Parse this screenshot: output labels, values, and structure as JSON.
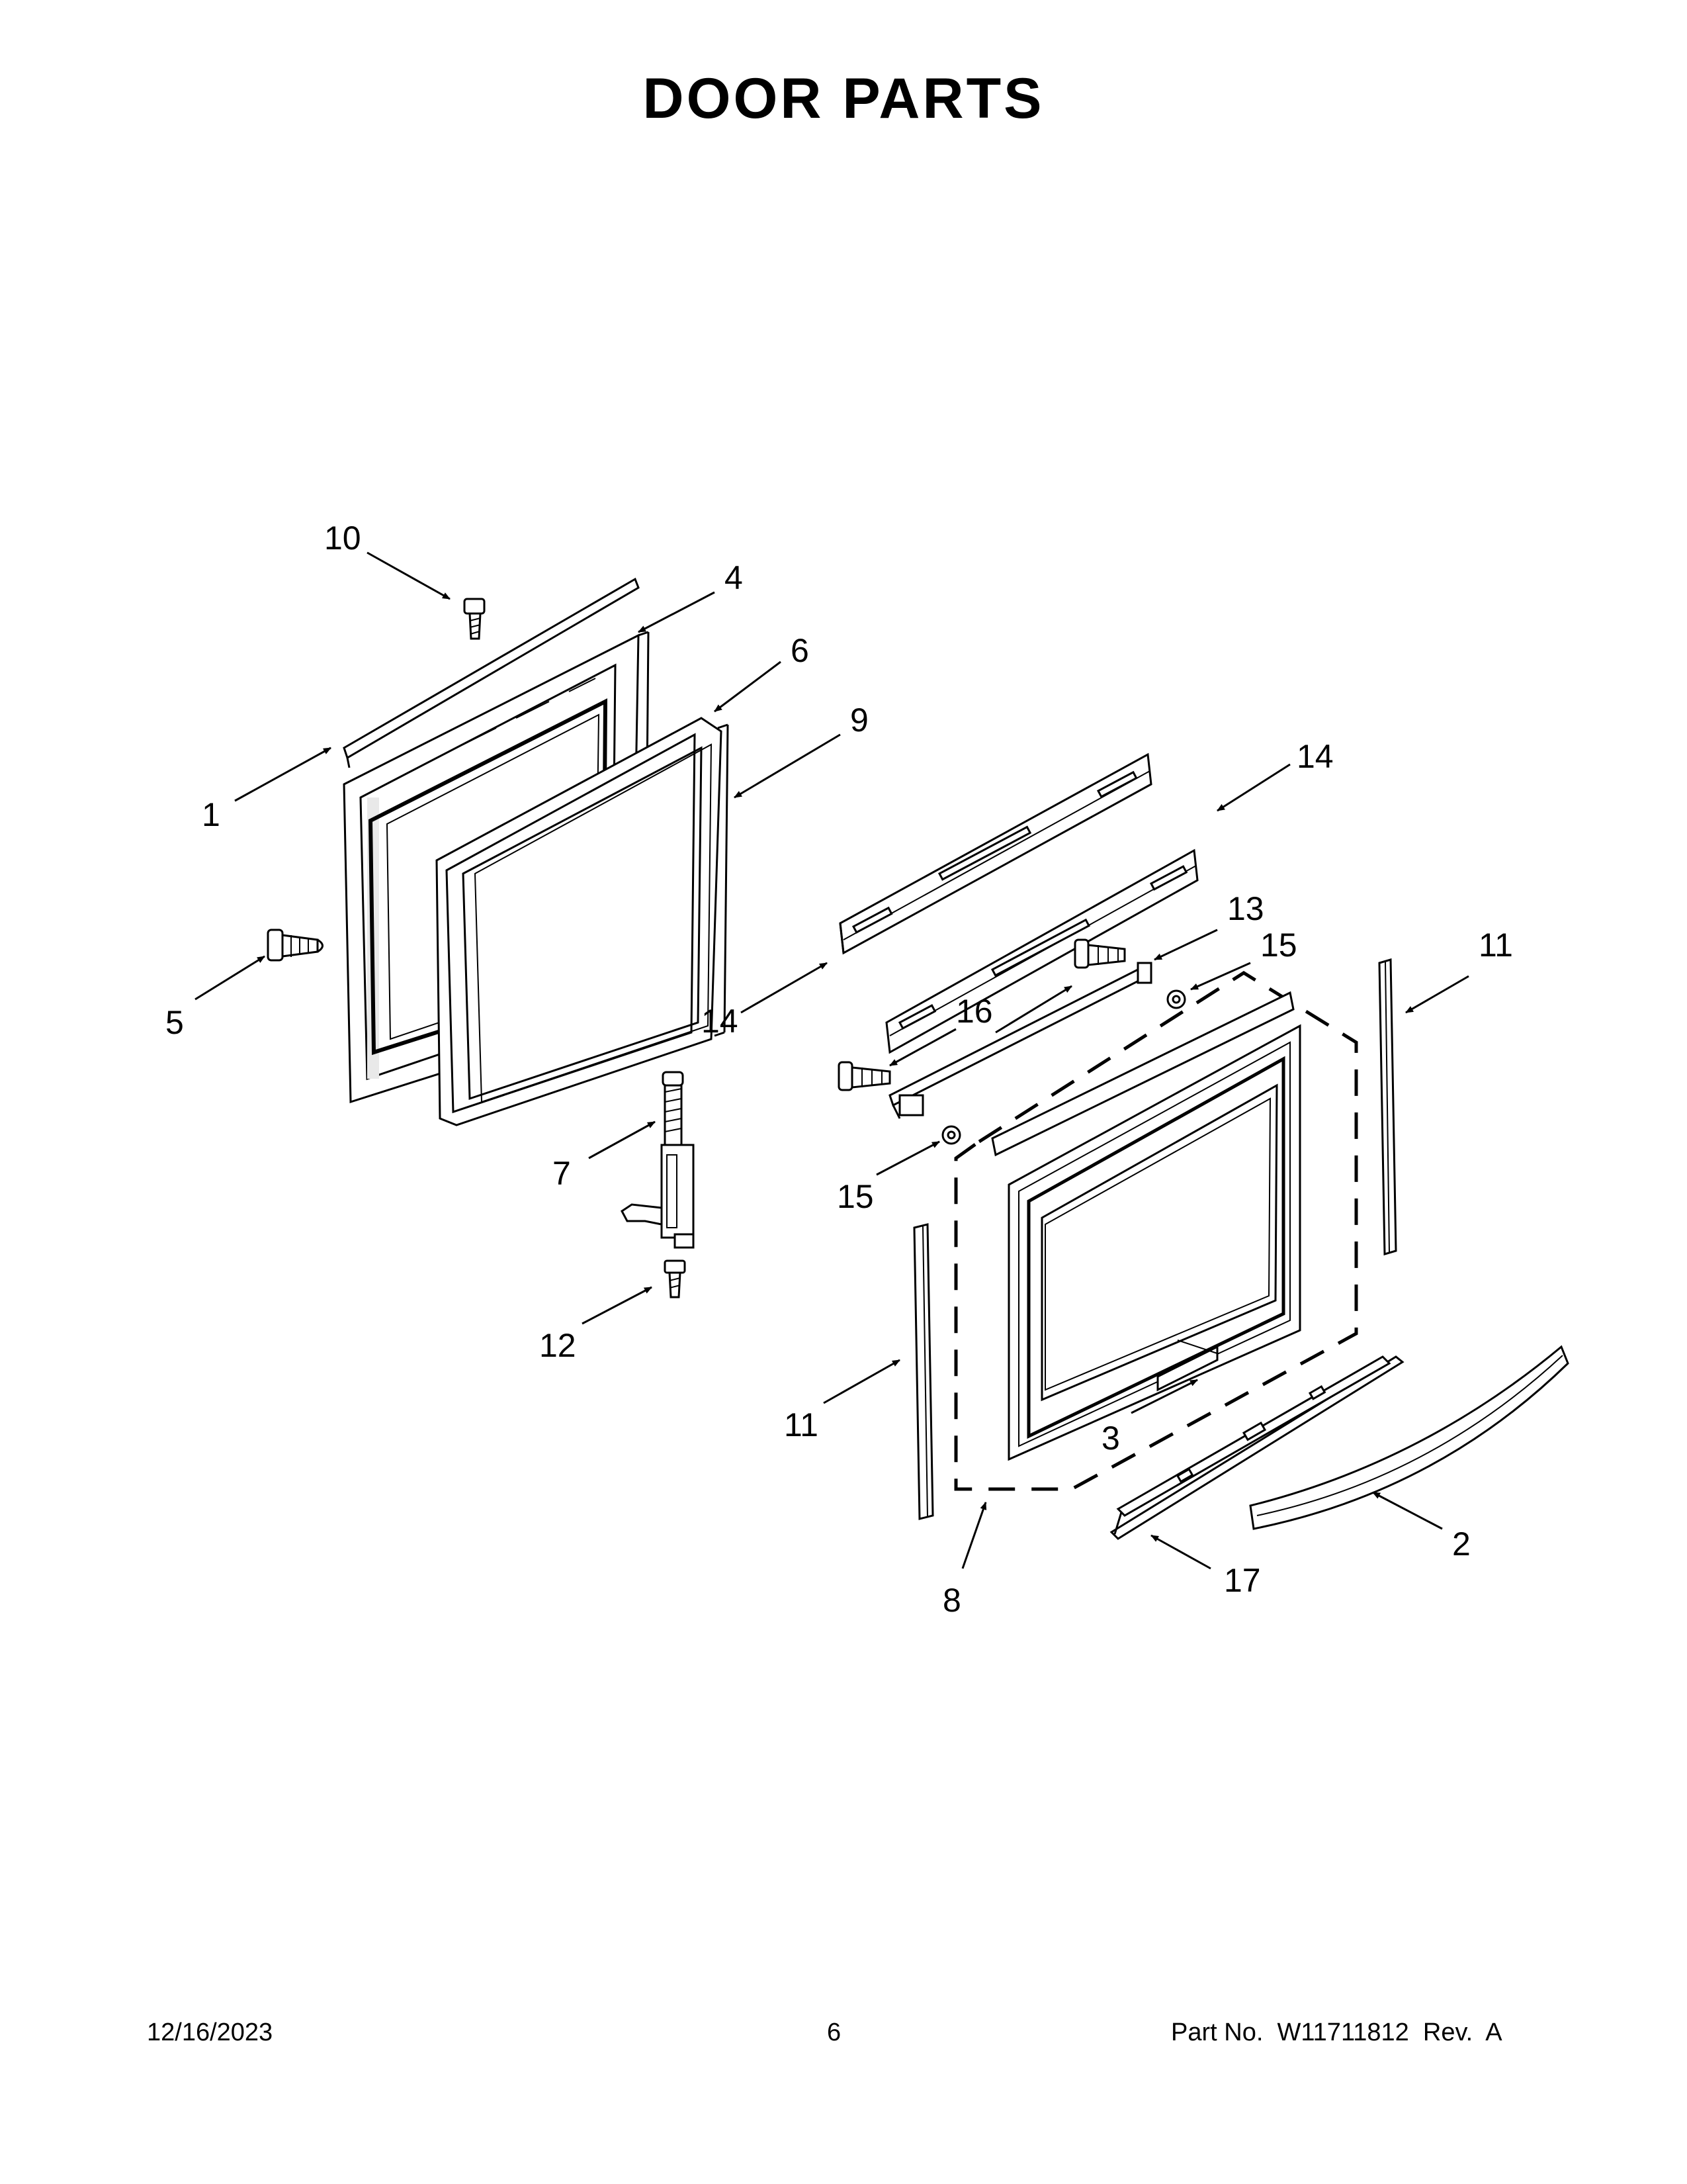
{
  "title": "DOOR PARTS",
  "footer": {
    "date": "12/16/2023",
    "page": "6",
    "part": "Part No.  W11711812  Rev.  A"
  },
  "callouts": {
    "c1": "1",
    "c2": "2",
    "c3": "3",
    "c4": "4",
    "c5": "5",
    "c6": "6",
    "c7": "7",
    "c8": "8",
    "c9": "9",
    "c10": "10",
    "c11a": "11",
    "c11b": "11",
    "c12": "12",
    "c13": "13",
    "c14a": "14",
    "c14b": "14",
    "c15a": "15",
    "c15b": "15",
    "c16": "16",
    "c17": "17"
  }
}
